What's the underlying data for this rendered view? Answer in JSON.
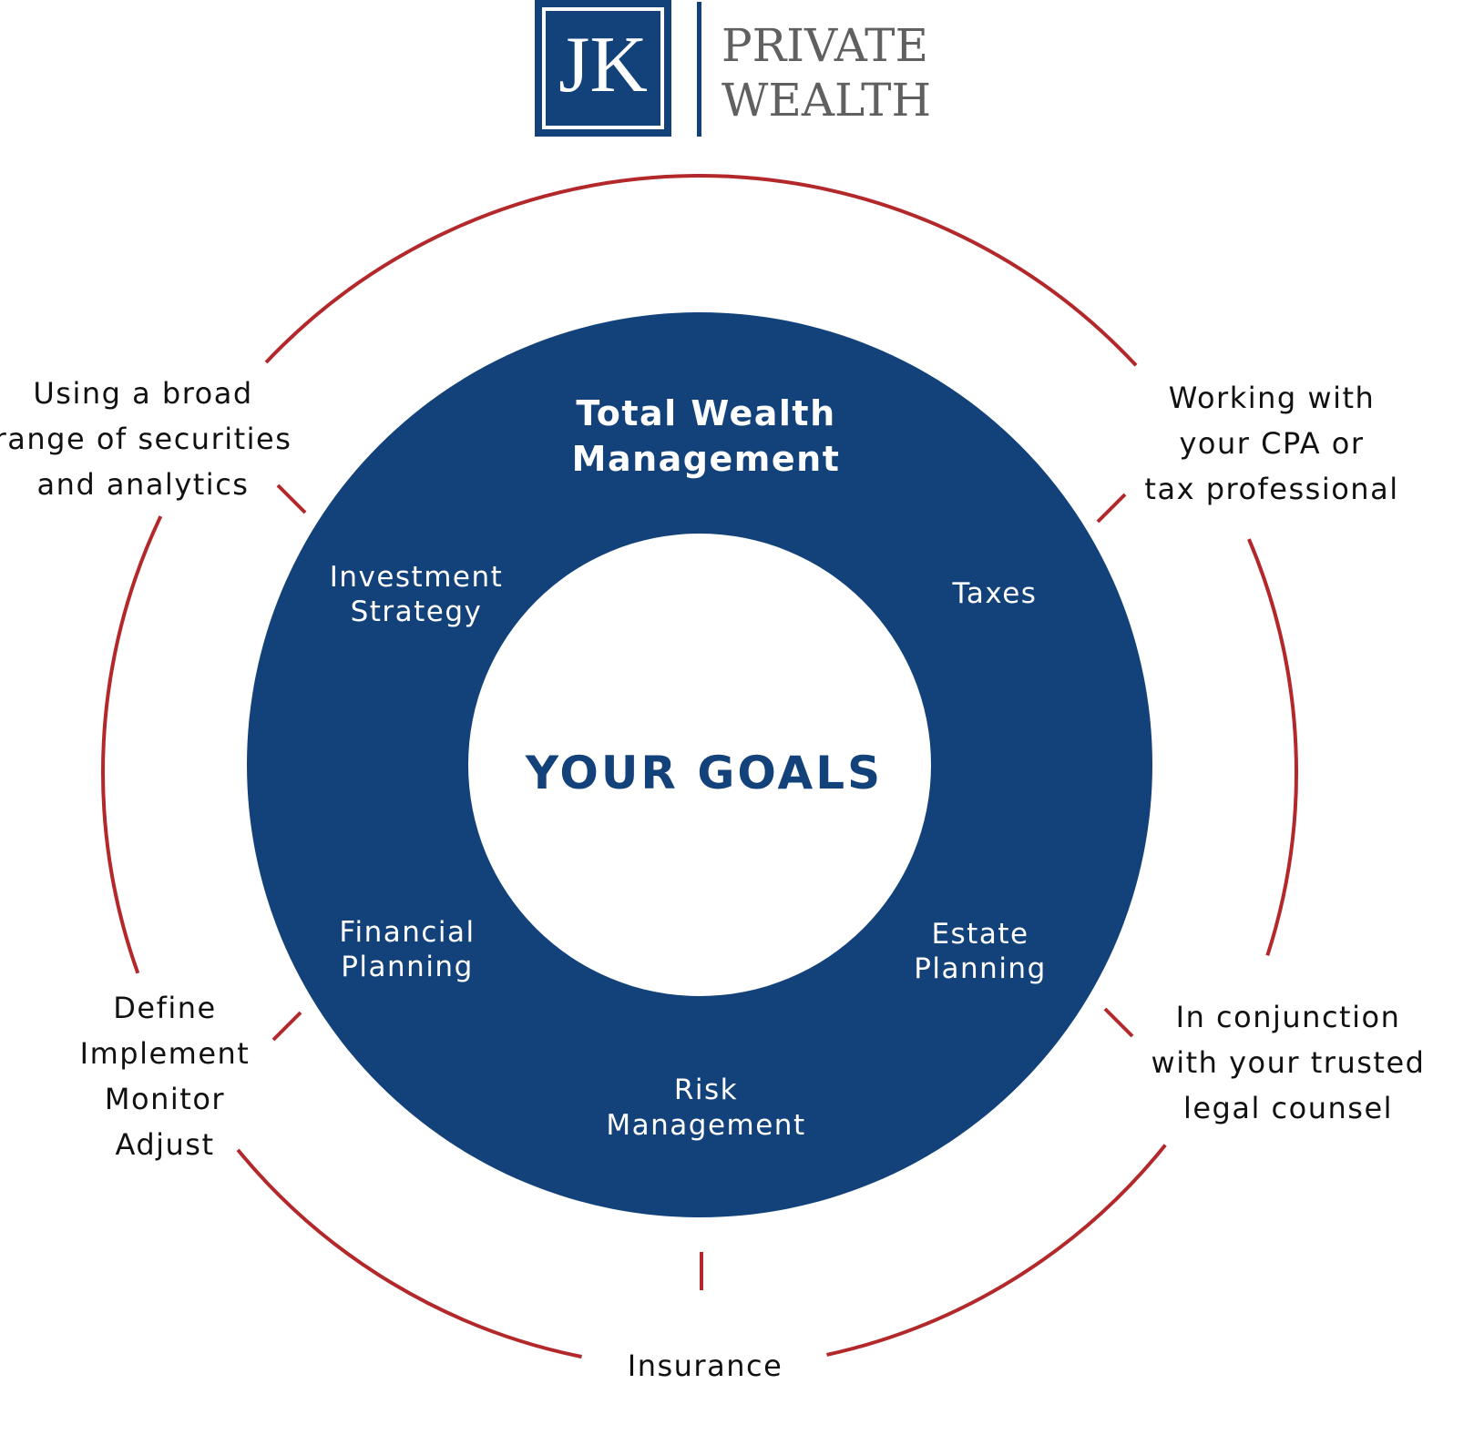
{
  "logo": {
    "monogram": "JK",
    "line1": "PRIVATE",
    "line2": "WEALTH"
  },
  "center": {
    "title_lines": [
      "Total Wealth",
      "Management"
    ],
    "core": "YOUR GOALS"
  },
  "ring_segments": {
    "investment": [
      "Investment",
      "Strategy"
    ],
    "taxes": [
      "Taxes"
    ],
    "financial": [
      "Financial",
      "Planning"
    ],
    "estate": [
      "Estate",
      "Planning"
    ],
    "risk": [
      "Risk",
      "Management"
    ]
  },
  "outer_notes": {
    "securities": [
      "Using a broad",
      "range of securities",
      "and analytics"
    ],
    "cpa": [
      "Working with",
      "your CPA or",
      "tax professional"
    ],
    "legal": [
      "In conjunction",
      "with your trusted",
      "legal counsel"
    ],
    "process": [
      "Define",
      "Implement",
      "Monitor",
      "Adjust"
    ],
    "insurance": [
      "Insurance"
    ]
  },
  "colors": {
    "navy": "#13427a",
    "red": "#b3282b",
    "gray": "#606060"
  }
}
